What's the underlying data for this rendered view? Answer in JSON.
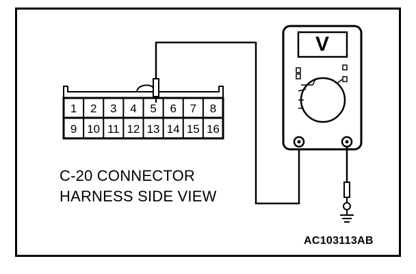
{
  "connector": {
    "top_row": [
      "1",
      "2",
      "3",
      "4",
      "5",
      "6",
      "7",
      "8"
    ],
    "bottom_row": [
      "9",
      "10",
      "11",
      "12",
      "13",
      "14",
      "15",
      "16"
    ]
  },
  "meter": {
    "display_symbol": "V"
  },
  "caption": {
    "line1": "C-20 CONNECTOR",
    "line2": "HARNESS SIDE VIEW"
  },
  "figure_id": "AC103113AB",
  "icons": [
    "multimeter-icon",
    "ground-icon",
    "probe-icon"
  ],
  "colors": {
    "ink": "#000000",
    "background": "#ffffff"
  }
}
